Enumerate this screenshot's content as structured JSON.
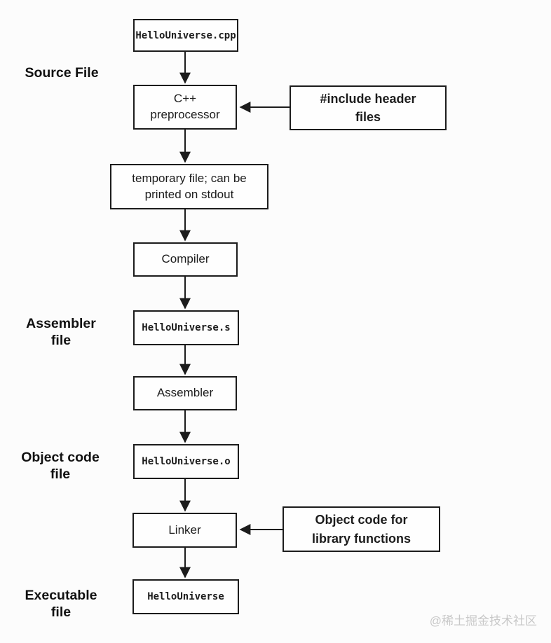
{
  "flowchart": {
    "nodes": {
      "source_cpp": "HelloUniverse.cpp",
      "preprocessor": "C++\npreprocessor",
      "include_headers": "#include header\nfiles",
      "temp_file": "temporary file; can be\nprinted on stdout",
      "compiler": "Compiler",
      "assembly_file": "HelloUniverse.s",
      "assembler": "Assembler",
      "object_file": "HelloUniverse.o",
      "linker": "Linker",
      "object_lib": "Object code for\nlibrary functions",
      "executable": "HelloUniverse"
    },
    "stage_labels": {
      "source_file": "Source File",
      "assembler_file": "Assembler\nfile",
      "object_code_file": "Object code\nfile",
      "executable_file": "Executable\nfile"
    }
  },
  "watermark": "@稀土掘金技术社区",
  "colors": {
    "line": "#1c1c1c",
    "box_background": "#fefefe",
    "page_background": "#fcfcfc",
    "watermark_text": "#c8c8c8"
  }
}
